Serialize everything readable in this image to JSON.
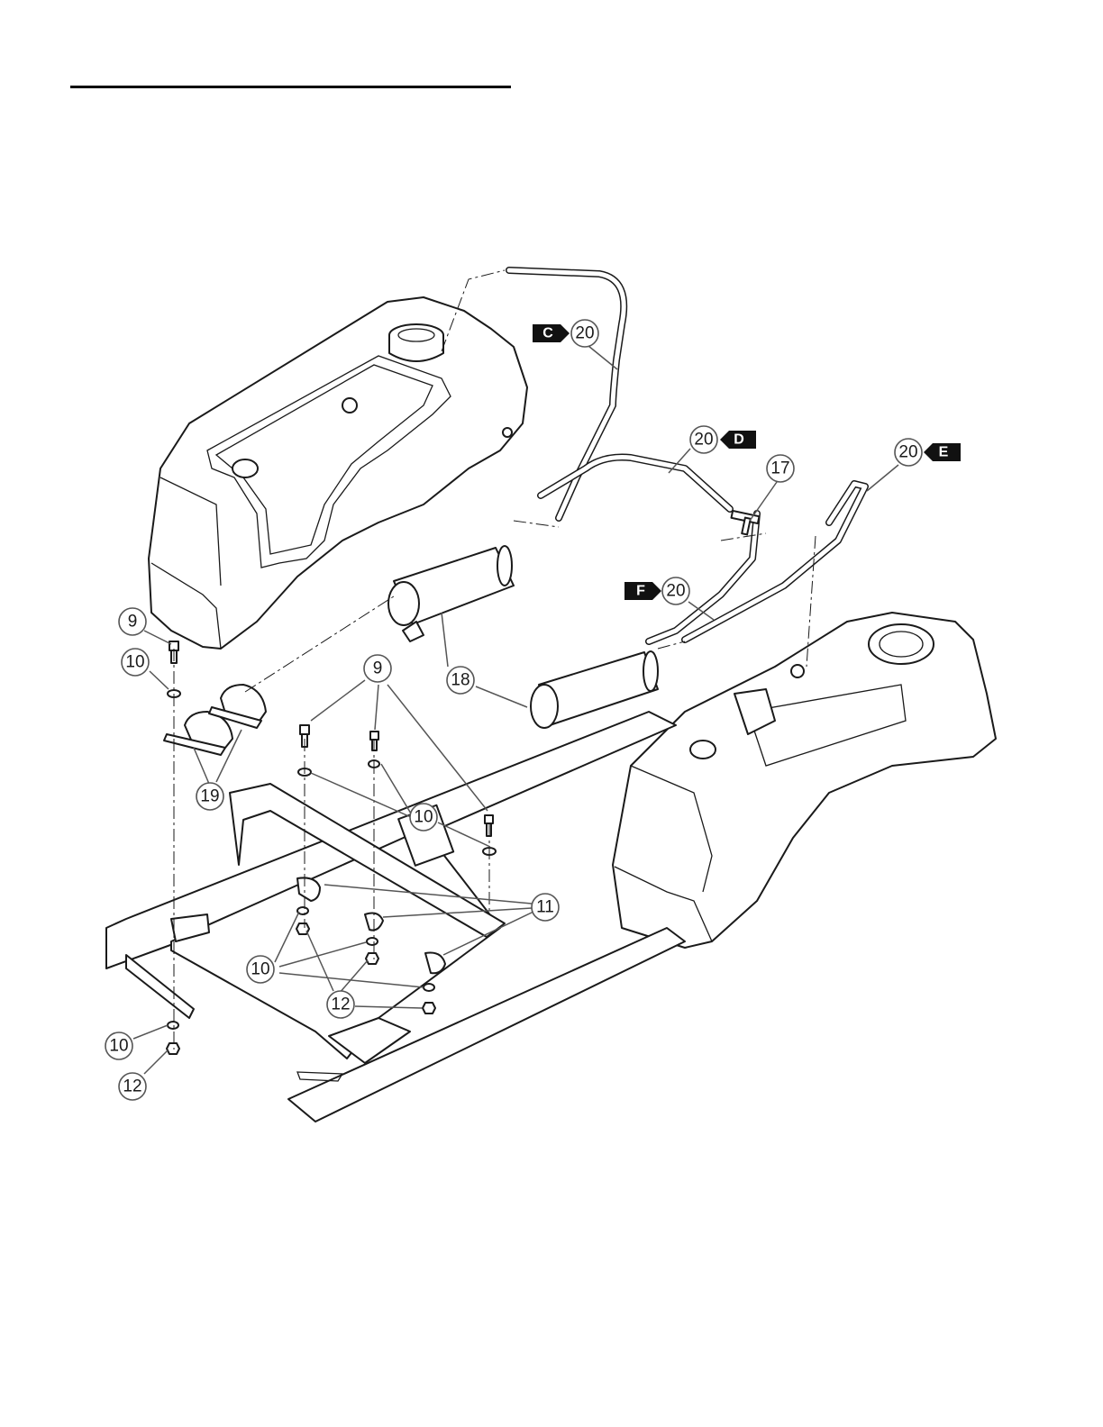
{
  "callouts": [
    {
      "id": "c20-C",
      "label": "20"
    },
    {
      "id": "c20-D",
      "label": "20"
    },
    {
      "id": "c20-E",
      "label": "20"
    },
    {
      "id": "c20-F",
      "label": "20"
    },
    {
      "id": "c17",
      "label": "17"
    },
    {
      "id": "c18",
      "label": "18"
    },
    {
      "id": "c19",
      "label": "19"
    },
    {
      "id": "c9-left",
      "label": "9"
    },
    {
      "id": "c9-center",
      "label": "9"
    },
    {
      "id": "c10-left-top",
      "label": "10"
    },
    {
      "id": "c10-center",
      "label": "10"
    },
    {
      "id": "c10-lower",
      "label": "10"
    },
    {
      "id": "c10-left-bottom",
      "label": "10"
    },
    {
      "id": "c11",
      "label": "11"
    },
    {
      "id": "c12-center",
      "label": "12"
    },
    {
      "id": "c12-left-bottom",
      "label": "12"
    }
  ],
  "tags": [
    {
      "id": "tag-C",
      "letter": "C"
    },
    {
      "id": "tag-D",
      "letter": "D"
    },
    {
      "id": "tag-E",
      "letter": "E"
    },
    {
      "id": "tag-F",
      "letter": "F"
    }
  ]
}
